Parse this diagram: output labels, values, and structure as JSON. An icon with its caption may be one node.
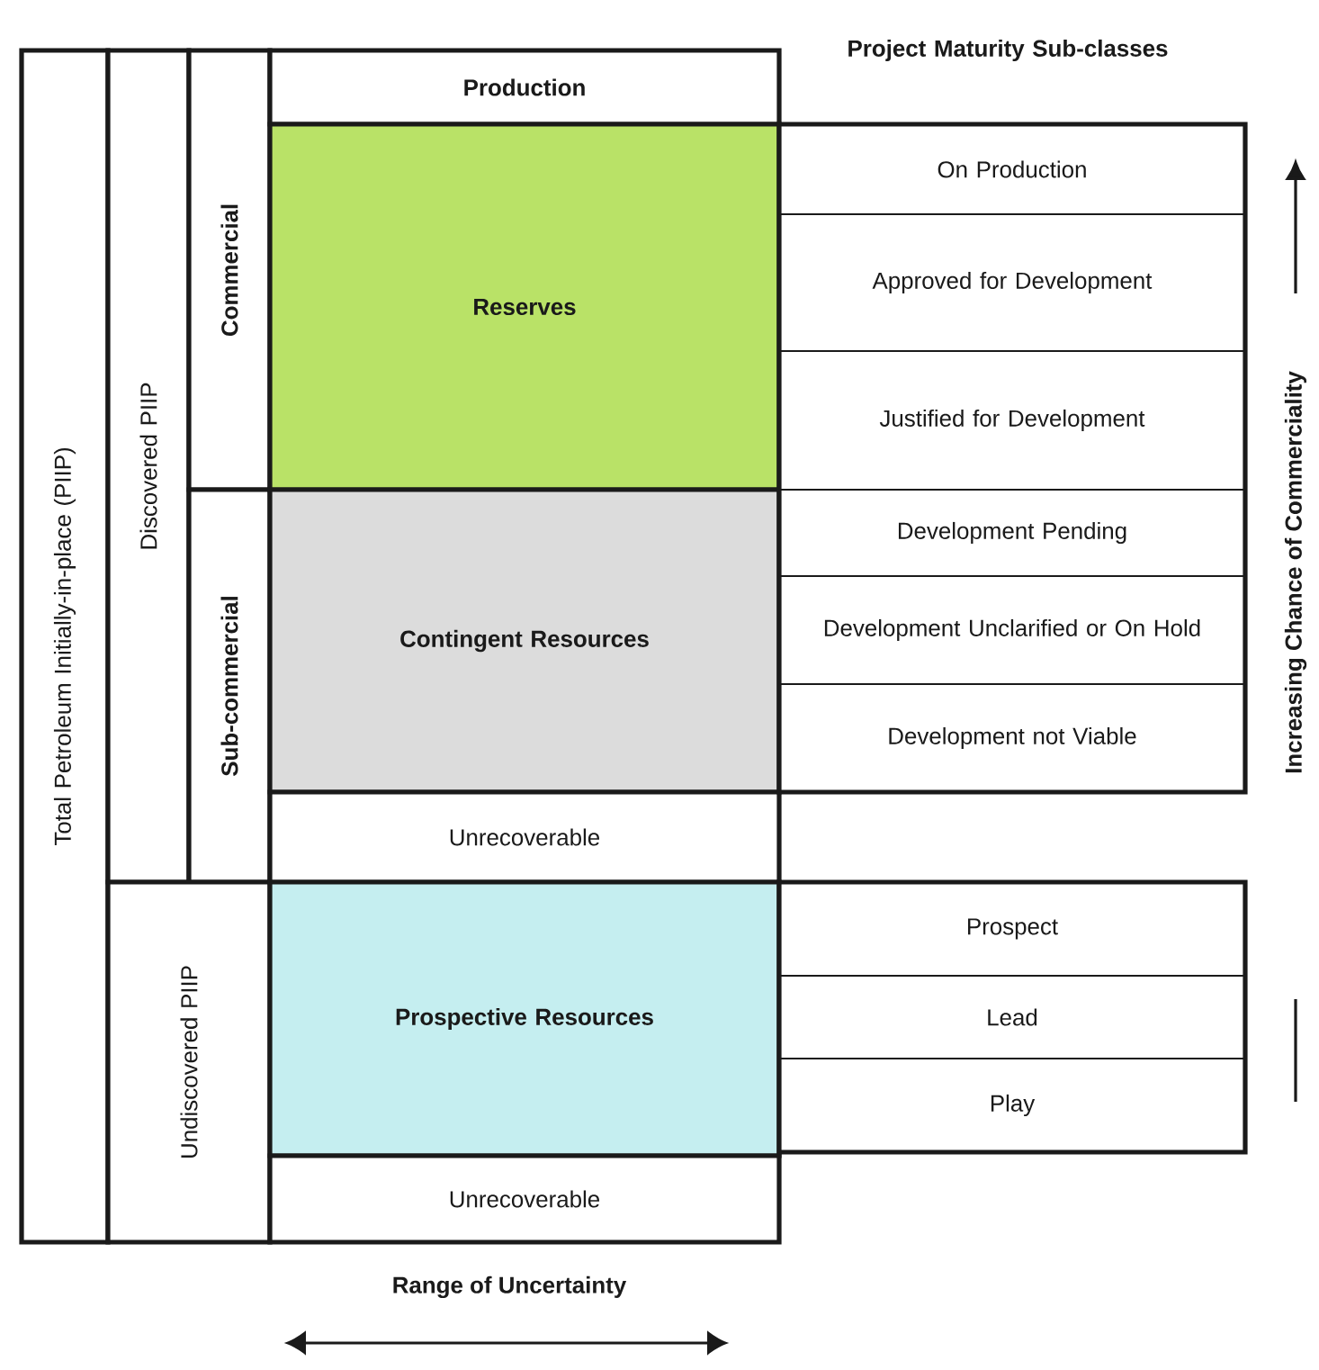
{
  "diagram": {
    "nodes": [
      {
        "text": [
          "Total Petroleum Initially-in-place (PIIP)"
        ]
      },
      {
        "text": [
          "Discovered PIIP"
        ]
      },
      {
        "text": [
          "Commercial"
        ]
      },
      {
        "text": [
          "Sub-commercial"
        ]
      },
      {
        "text": [
          "Undiscovered PIIP"
        ]
      },
      {
        "text": [
          "Production"
        ]
      },
      {
        "text": [
          "Reserves"
        ]
      },
      {
        "text": [
          "Contingent Resources"
        ]
      },
      {
        "text": [
          "Unrecoverable"
        ]
      },
      {
        "text": [
          "Prospective Resources"
        ]
      },
      {
        "text": [
          "Unrecoverable"
        ]
      },
      {
        "text": [
          "On Production"
        ]
      },
      {
        "text": [
          "Approved for Development"
        ]
      },
      {
        "text": [
          "Justified for Development"
        ]
      },
      {
        "text": [
          "Development Pending"
        ]
      },
      {
        "text": [
          "Development Unclarified or On Hold"
        ]
      },
      {
        "text": [
          "Development not Viable"
        ]
      },
      {
        "text": [
          "Prospect"
        ]
      },
      {
        "text": [
          "Lead"
        ]
      },
      {
        "text": [
          "Play"
        ]
      }
    ],
    "labels": [
      "Project Maturity Sub-classes",
      "Range of Uncertainty",
      "Increasing Chance of Commerciality"
    ]
  }
}
